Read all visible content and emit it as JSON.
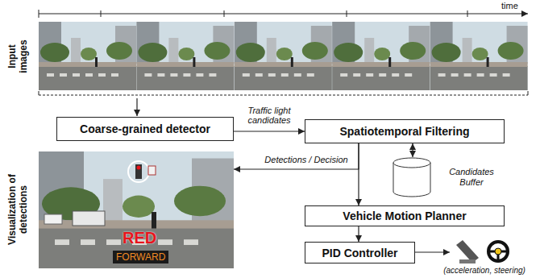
{
  "diagram": {
    "nodes": [
      {
        "text": [
          "Coarse-grained detector"
        ]
      },
      {
        "text": [
          "Spatiotemporal Filtering"
        ]
      },
      {
        "text": [
          "RED",
          "FORWARD"
        ]
      },
      {
        "text": [
          "Candidates Buffer"
        ]
      },
      {
        "text": [
          "Vehicle Motion Planner"
        ]
      },
      {
        "text": [
          "PID Controller"
        ]
      }
    ],
    "edges": [
      {
        "from": 0,
        "to": 1,
        "label": "Traffic light candidates",
        "arrow": "to"
      },
      {
        "from": 1,
        "to": 2,
        "label": "Detections / Decision",
        "arrow": "to"
      },
      {
        "from": 1,
        "to": 3,
        "arrow": "both"
      },
      {
        "from": 1,
        "to": 4,
        "arrow": "to"
      },
      {
        "from": 4,
        "to": 5,
        "arrow": "to"
      }
    ],
    "labels": [
      "time",
      "Input images",
      "Visualization of detections",
      "(acceleration, steering)"
    ]
  }
}
